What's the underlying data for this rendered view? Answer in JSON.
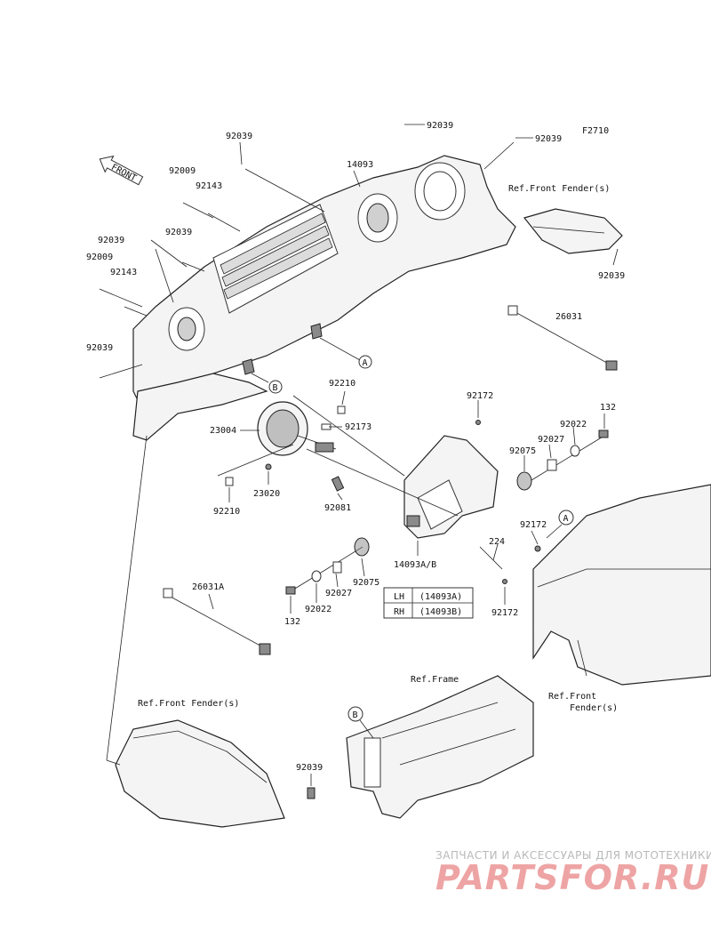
{
  "diagram_code": "F2710",
  "front_label": "FRONT",
  "callouts": {
    "a": "A",
    "b": "B"
  },
  "part_labels": {
    "p92039_top": "92039",
    "p92039_tr": "92039",
    "p92039_ul": "92039",
    "p14093": "14093",
    "p92009_a": "92009",
    "p92143_a": "92143",
    "p92039_m": "92039",
    "p92039_l": "92039",
    "p92009_b": "92009",
    "p92143_b": "92143",
    "p92039_ll": "92039",
    "p92039_rf": "92039",
    "p26031": "26031",
    "p92210_a": "92210",
    "p92172_a": "92172",
    "p132_a": "132",
    "p23004": "23004",
    "p92173": "92173",
    "p92022_a": "92022",
    "p92027_a": "92027",
    "p92075_a": "92075",
    "p23020": "23020",
    "p92210_b": "92210",
    "p92081": "92081",
    "p92172_b": "92172",
    "p224": "224",
    "p14093ab": "14093A/B",
    "p92075_b": "92075",
    "p26031a": "26031A",
    "p92022_b": "92022",
    "p92027_b": "92027",
    "p132_b": "132",
    "p92172_c": "92172",
    "p92039_bot": "92039"
  },
  "ref_labels": {
    "front_fender_top": "Ref.Front Fender(s)",
    "front_fender_right_1": "Ref.Front",
    "front_fender_right_2": "Fender(s)",
    "frame": "Ref.Frame",
    "front_fender_bottom": "Ref.Front Fender(s)"
  },
  "variant_table": {
    "rows": [
      {
        "side": "LH",
        "part": "(14093A)"
      },
      {
        "side": "RH",
        "part": "(14093B)"
      }
    ]
  },
  "watermark": {
    "tagline": "ЗАПЧАСТИ И АКСЕССУАРЫ ДЛЯ МОТОТЕХНИКИ",
    "brand": "PARTSFOR.RU"
  }
}
